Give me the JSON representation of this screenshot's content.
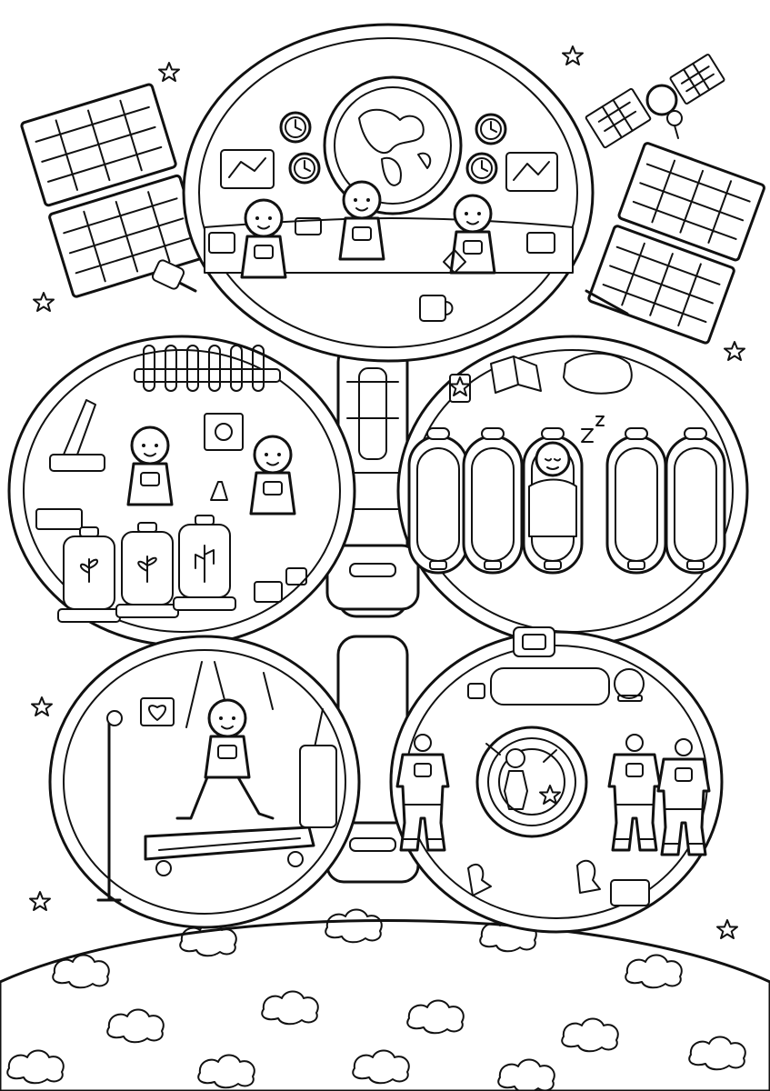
{
  "meta": {
    "kind": "coloring-page",
    "theme": "space-station"
  },
  "palette": {
    "ink": "#111111",
    "paper": "#ffffff"
  },
  "icons": [
    "star-icon",
    "heart-icon",
    "zzz-icon",
    "clock-icon",
    "planet-icon"
  ],
  "modules": [
    "control-room",
    "science-lab",
    "sleeping-quarters",
    "gym",
    "suit-room"
  ]
}
